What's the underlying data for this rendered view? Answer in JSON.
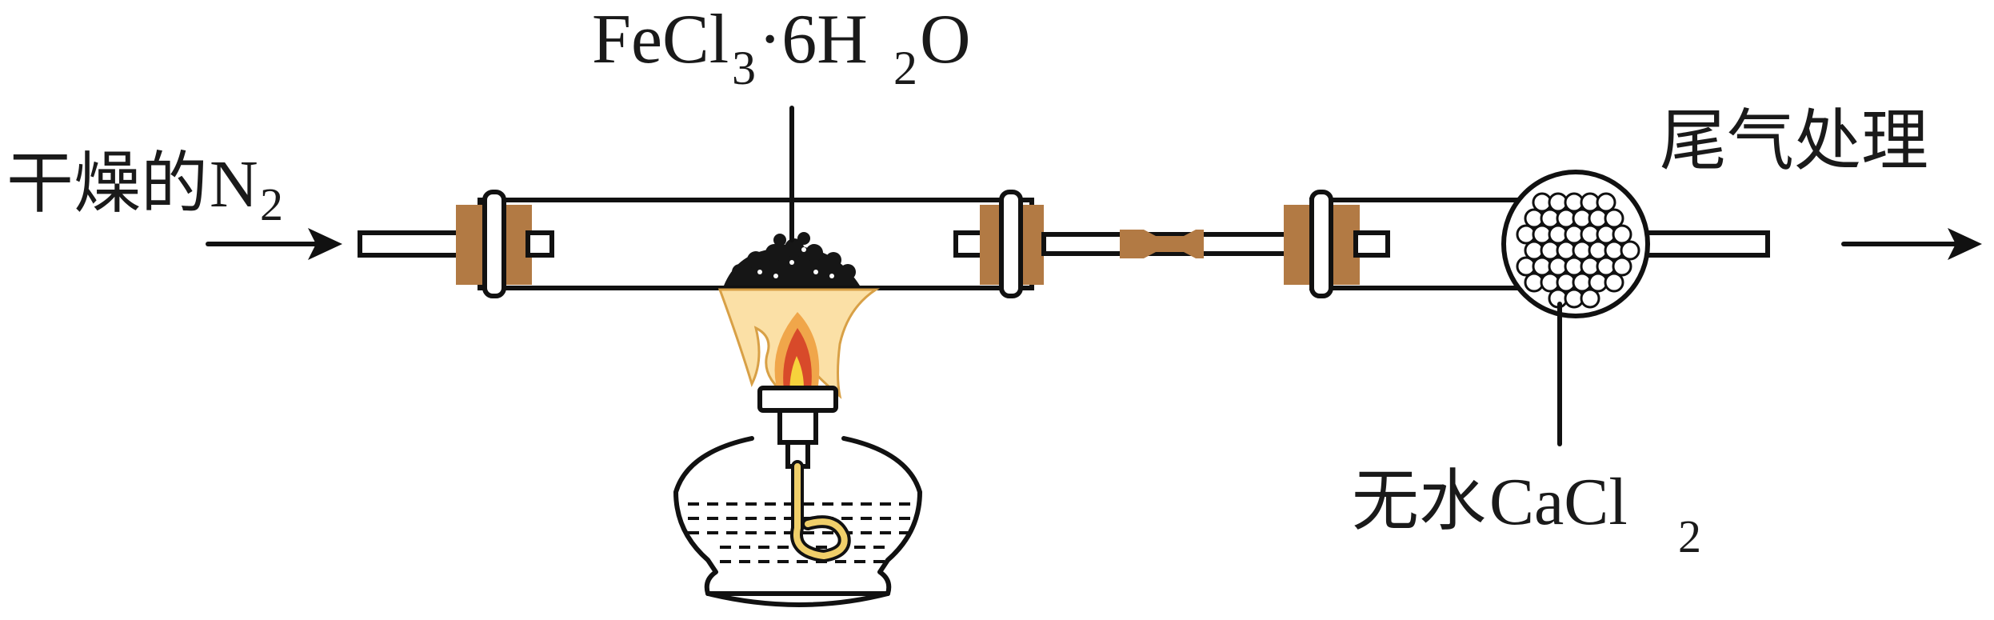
{
  "labels": {
    "inlet_chars": "干燥的",
    "inlet_formula_main": "N",
    "inlet_formula_sub": "2",
    "sample_a": "FeCl",
    "sample_sub3": "3",
    "sample_b": "·6H",
    "sample_sub2": "2",
    "sample_c": "O",
    "outlet": "尾气处理",
    "desiccant_chars": "无水",
    "desiccant_main": "CaCl",
    "desiccant_sub": "2"
  },
  "colors": {
    "cork": "#b27a44",
    "flame_outer": "#fbe0a6",
    "flame_mid": "#f0a64a",
    "flame_inner": "#d84a2a",
    "flame_core": "#f6d23c",
    "wick": "#f0cf6a",
    "line": "#111111"
  }
}
